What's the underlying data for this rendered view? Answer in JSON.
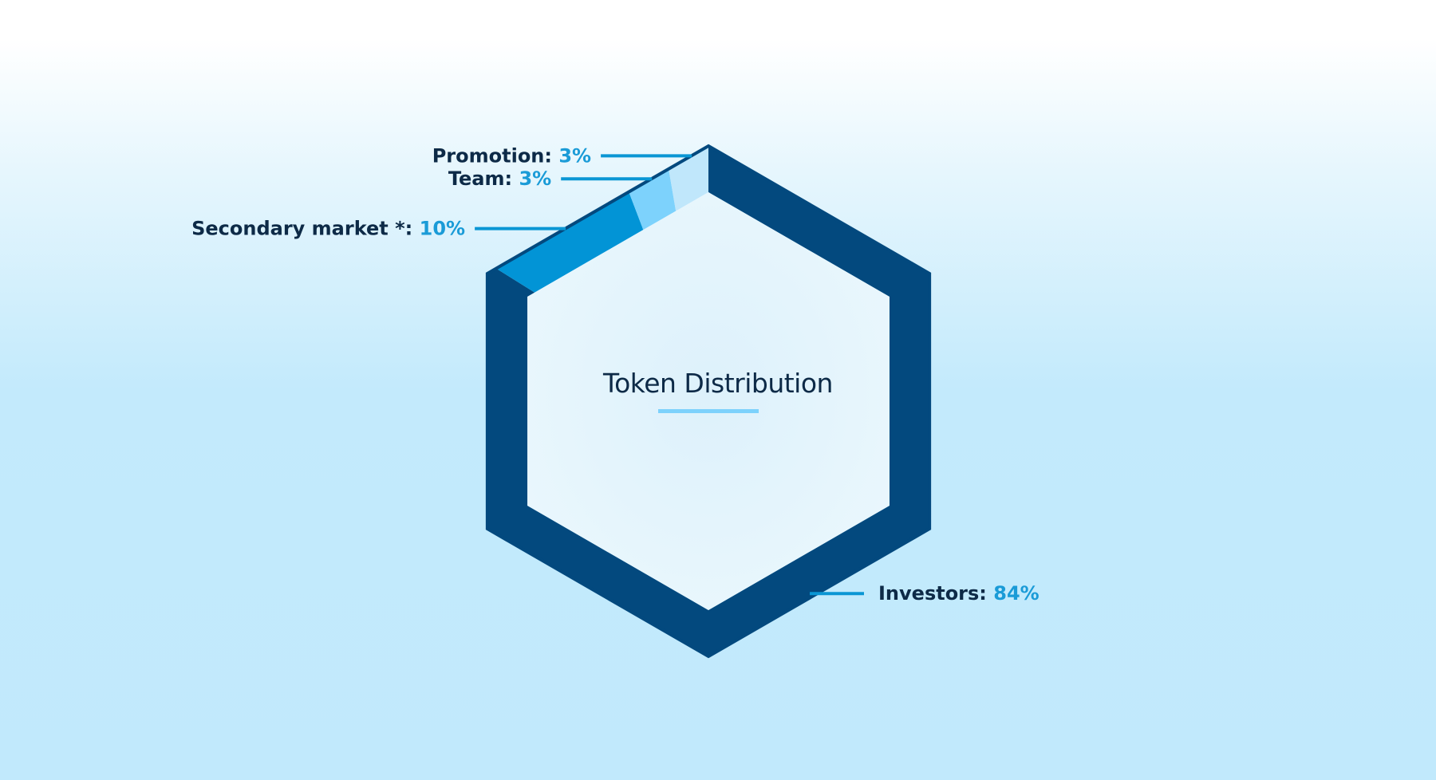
{
  "chart_data": {
    "type": "pie",
    "title": "Token Distribution",
    "slices": [
      {
        "label": "Investors",
        "value": 84,
        "color": "#03497e"
      },
      {
        "label": "Secondary market *",
        "value": 10,
        "color": "#0294d6"
      },
      {
        "label": "Team",
        "value": 3,
        "color": "#7dd2fc"
      },
      {
        "label": "Promotion",
        "value": 3,
        "color": "#c0e7fb"
      }
    ],
    "value_suffix": "%",
    "shape": "hexagon-ring",
    "accent_color": "#7dd2fc",
    "leader_color": "#0a96d4"
  }
}
